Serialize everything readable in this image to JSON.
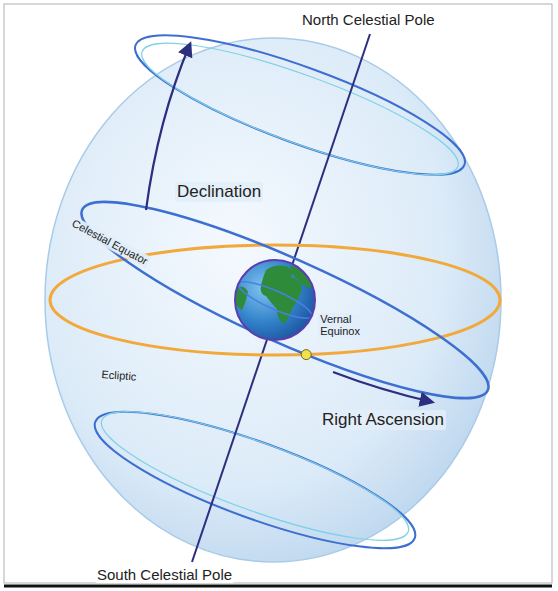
{
  "diagram": {
    "labels": [
      "North Celestial Pole",
      "Declination",
      "Celestial Equator",
      "Ecliptic",
      "Vernal Equinox",
      "Right Ascension",
      "South Celestial Pole"
    ]
  }
}
